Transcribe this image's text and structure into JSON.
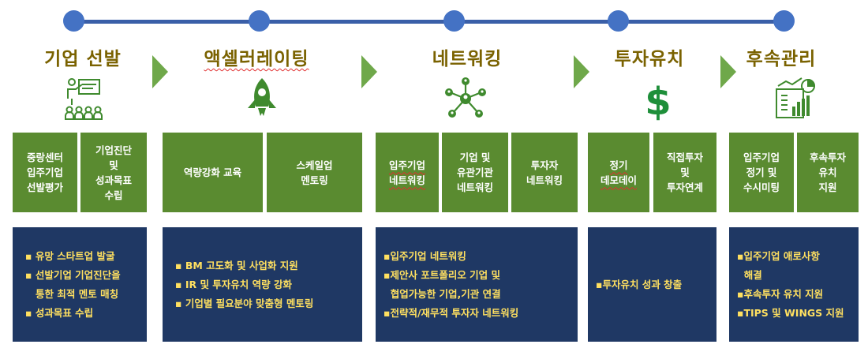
{
  "stages": [
    {
      "title": "기업 선발",
      "icon": "presentation-teacher-icon"
    },
    {
      "title": "액셀러레이팅",
      "icon": "rocket-icon"
    },
    {
      "title": "네트워킹",
      "icon": "network-icon"
    },
    {
      "title": "투자유치",
      "icon": "dollar-sign-icon"
    },
    {
      "title": "후속관리",
      "icon": "report-chart-icon"
    }
  ],
  "green_boxes": [
    {
      "label": "중랑센터\n입주기업\n선발평가"
    },
    {
      "label": "기업진단\n및\n성과목표\n수립"
    },
    {
      "label": "역량강화 교육"
    },
    {
      "label": "스케일업\n멘토링"
    },
    {
      "label": "입주기업\n네트워킹"
    },
    {
      "label": "기업 및\n유관기관\n네트워킹"
    },
    {
      "label": "투자자\n네트워킹"
    },
    {
      "label": "정기\n데모데이"
    },
    {
      "label": "직접투자\n및\n투자연계"
    },
    {
      "label": "입주기업\n정기 및\n수시미팅"
    },
    {
      "label": "후속투자\n유치\n지원"
    }
  ],
  "blue_boxes": [
    {
      "lines": [
        "▪ 유망 스타트업 발굴",
        "▪ 선발기업 기업진단을",
        "   통한 최적 멘토 매칭",
        "▪ 성과목표 수립"
      ]
    },
    {
      "lines": [
        "▪ BM 고도화 및 사업화 지원",
        "▪ IR 및 투자유치 역량 강화",
        "▪ 기업별 필요분야 맞춤형 멘토링"
      ]
    },
    {
      "lines": [
        "▪입주기업 네트워킹",
        "▪제안사 포트폴리오 기업 및",
        "  협업가능한 기업,기관 연결",
        "▪전략적/재무적 투자자 네트워킹"
      ]
    },
    {
      "lines": [
        "▪투자유치 성과 창출"
      ]
    },
    {
      "lines": [
        "▪입주기업 애로사항",
        "  해결",
        "▪후속투자 유치 지원",
        "▪TIPS 및 WINGS 지원"
      ]
    }
  ],
  "colors": {
    "title": "#7a6200",
    "timeline": "#4472c4",
    "green_box": "#5a8b30",
    "blue_box": "#1f3864",
    "blue_text": "#ffe060",
    "arrow": "#6fa84a",
    "icon_green": "#3f8a2e",
    "dollar_green": "#1e8f3a"
  }
}
